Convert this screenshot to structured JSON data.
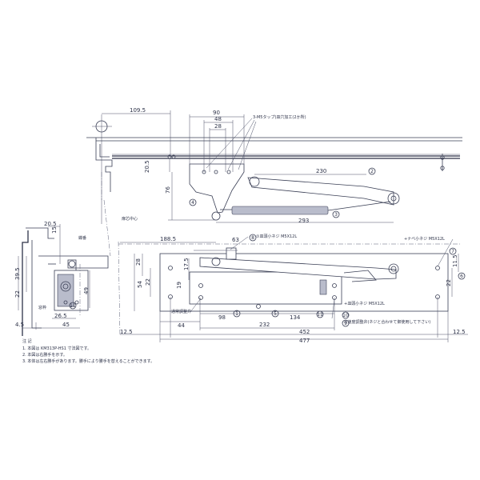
{
  "dimensions": {
    "d109_5": "109.5",
    "d90": "90",
    "d48": "48",
    "d28": "28",
    "d20_5_top": "20.5",
    "d76": "76",
    "d230": "230",
    "d293": "293",
    "d20_5_side": "20.5",
    "d15": "15",
    "d39_5": "39.5",
    "d22_side": "22",
    "d49": "49",
    "d26_5": "26.5",
    "d4_5": "4.5",
    "d45": "45",
    "d188_5": "188.5",
    "d63": "63",
    "d28_front": "28",
    "d17_5": "17.5",
    "d54": "54",
    "d22_front": "22",
    "d19": "19",
    "d22_r": "22",
    "d11_5": "11.5",
    "d44": "44",
    "d98": "98",
    "d232": "232",
    "d134": "134",
    "d12_5_left": "12.5",
    "d452": "452",
    "d12_5_right": "12.5",
    "d477": "477"
  },
  "annotations": {
    "tap_note": "3-M5タップ(皿穴加工(2か所)",
    "screw_top": "①皿頭小ネジ M5X12L",
    "screw_right": "+ナベ小ネジ M5X12L",
    "screw_bottom": "+皿頭小ネジ M5X12L",
    "regulator_note": "③速度調整弁(ネジと合わせて御使用して下さい)",
    "door_center": "扉芯中心",
    "frame_label": "窓枠",
    "hinge_label": "蝶番",
    "adjust_label": "通常調整弁"
  },
  "notes": {
    "heading": "注 記",
    "line1": "1. 本図は KM313P-HS1 寸法図です。",
    "line2": "2. 本図は右勝手を示す。",
    "line3": "3. 本体は左右勝手があります。勝手により勝手を替えることができます。"
  },
  "refs": [
    "1",
    "2",
    "3",
    "4",
    "5",
    "6",
    "7",
    "8",
    "9",
    "10",
    "11"
  ]
}
